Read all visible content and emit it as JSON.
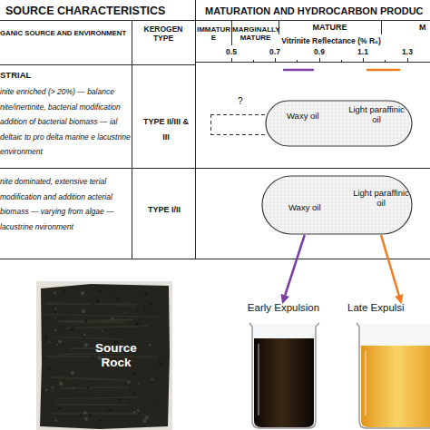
{
  "diagram": {
    "nodes": [
      {
        "text": [
          "Waxy oil",
          "Light paraffinic oil"
        ]
      },
      {
        "text": [
          "Waxy oil",
          "Light paraffinic oil"
        ]
      },
      {
        "text": [
          "Source Rock"
        ]
      },
      {
        "text": [
          "Early Expulsion"
        ]
      },
      {
        "text": [
          "Late Expulsi"
        ]
      }
    ],
    "edges": [
      {
        "from": 1,
        "to": 3,
        "arrow": "to"
      },
      {
        "from": 1,
        "to": 4,
        "arrow": "to"
      }
    ],
    "labels": [
      "SOURCE CHARACTERISTICS",
      "MATURATION AND HYDROCARBON PRODUC",
      "GANIC SOURCE AND ENVIRONMENT",
      "KEROGEN TYPE",
      "IMMATURE",
      "MARGINALLY MATURE",
      "MATURE",
      "M",
      "Vitrinite Reflectance (% R₀)",
      "0.5",
      "0.7",
      "0.9",
      "1.1",
      "1.3",
      "STRIAL",
      "inite enriched (> 20%) — balance nite/inertinite, bacterial modification addition of bacterial biomass — ial deltaic to pro delta marine e lacustrine environment",
      "TYPE II/III & III",
      "?",
      "nite dominated, extensive terial modification and addition acterial biomass — varying from algae — lacustrine nvironment",
      "TYPE I/II"
    ]
  }
}
